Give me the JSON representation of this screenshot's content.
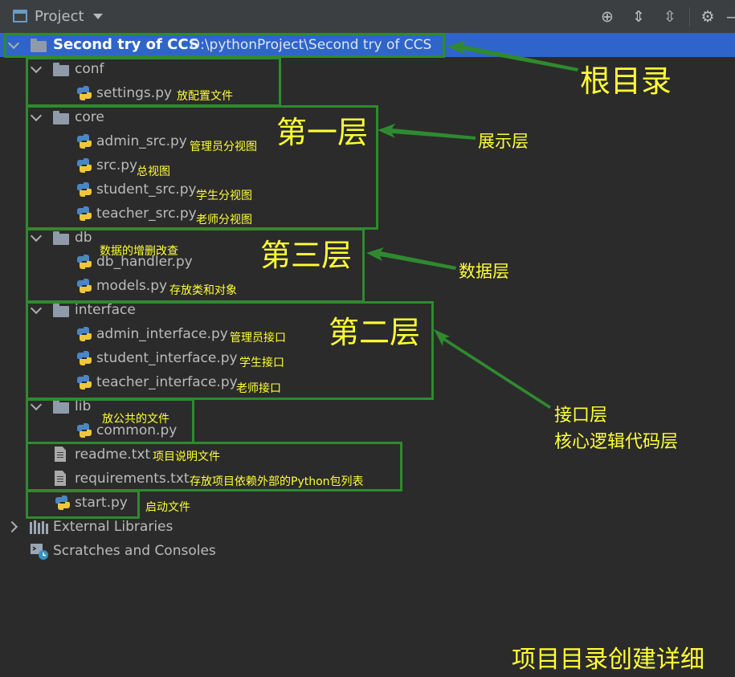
{
  "toolbar": {
    "title": "Project"
  },
  "tree": {
    "root": {
      "name": "Second try of CCS",
      "path": "D:\\pythonProject\\Second try of CCS"
    },
    "conf": {
      "name": "conf",
      "files": [
        {
          "name": "settings.py",
          "note": "放配置文件"
        }
      ]
    },
    "core": {
      "name": "core",
      "files": [
        {
          "name": "admin_src.py",
          "note": "管理员分视图"
        },
        {
          "name": "src.py",
          "note": "总视图"
        },
        {
          "name": "student_src.py",
          "note": "学生分视图"
        },
        {
          "name": "teacher_src.py",
          "note": "老师分视图"
        }
      ]
    },
    "db": {
      "name": "db",
      "note": "数据的增删改查",
      "files": [
        {
          "name": "db_handler.py"
        },
        {
          "name": "models.py",
          "note": "存放类和对象"
        }
      ]
    },
    "interface": {
      "name": "interface",
      "files": [
        {
          "name": "admin_interface.py",
          "note": "管理员接口"
        },
        {
          "name": "student_interface.py",
          "note": "学生接口"
        },
        {
          "name": "teacher_interface.py",
          "note": "老师接口"
        }
      ]
    },
    "lib": {
      "name": "lib",
      "note": "放公共的文件",
      "files": [
        {
          "name": "common.py"
        }
      ]
    },
    "readme": {
      "name": "readme.txt",
      "note": "项目说明文件"
    },
    "requirements": {
      "name": "requirements.txt",
      "note": "存放项目依赖外部的Python包列表"
    },
    "start": {
      "name": "start.py",
      "note": "启动文件"
    },
    "external": {
      "name": "External Libraries"
    },
    "scratches": {
      "name": "Scratches and Consoles"
    }
  },
  "annotations": {
    "root_label": "根目录",
    "layer1": "第一层",
    "layer3": "第三层",
    "layer2": "第二层",
    "display_layer": "展示层",
    "data_layer": "数据层",
    "interface_layer": "接口层",
    "core_logic": "核心逻辑代码层",
    "footer": "项目目录创建详细"
  },
  "colors": {
    "selection": "#2f65ca",
    "box": "#2f8a2f",
    "annotation": "#ffff33",
    "background": "#2b2b2b"
  }
}
